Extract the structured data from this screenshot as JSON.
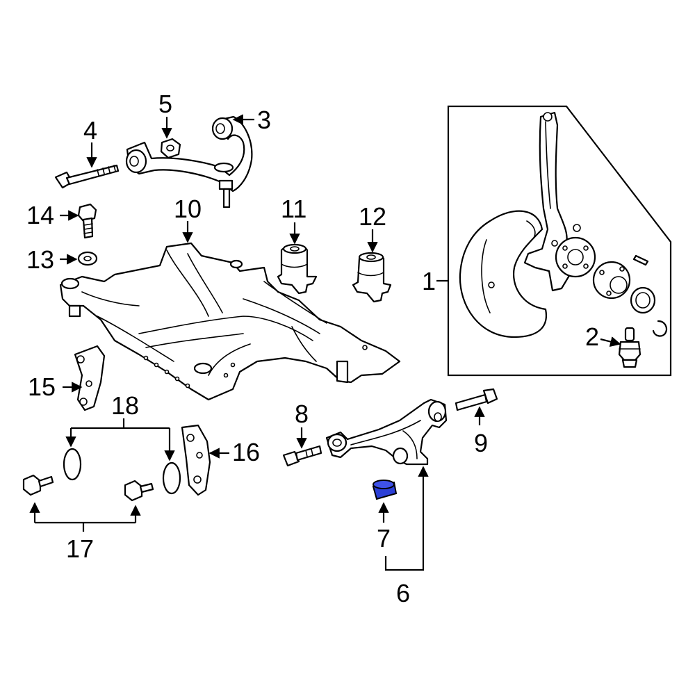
{
  "diagram": {
    "callouts": {
      "c1": "1",
      "c2": "2",
      "c3": "3",
      "c4": "4",
      "c5": "5",
      "c6": "6",
      "c7": "7",
      "c8": "8",
      "c9": "9",
      "c10": "10",
      "c11": "11",
      "c12": "12",
      "c13": "13",
      "c14": "14",
      "c15": "15",
      "c16": "16",
      "c17": "17",
      "c18": "18"
    },
    "colors": {
      "line": "#000000",
      "background": "#ffffff",
      "highlight": "#2b3fd6"
    },
    "highlighted_part": "7"
  }
}
